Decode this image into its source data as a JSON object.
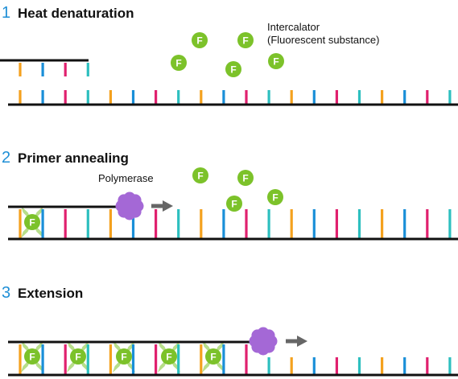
{
  "steps": [
    {
      "number": "1",
      "title": "Heat denaturation"
    },
    {
      "number": "2",
      "title": "Primer annealing"
    },
    {
      "number": "3",
      "title": "Extension"
    }
  ],
  "labels": {
    "intercalator_line1": "Intercalator",
    "intercalator_line2": "(Fluorescent substance)",
    "polymerase": "Polymerase",
    "fluorescent_marker": "F"
  },
  "colors": {
    "base_orange": "#f4a11e",
    "base_blue": "#1a8fd8",
    "base_teal": "#2dbfbf",
    "base_magenta": "#e0206e",
    "fluor_green": "#7cc22a",
    "polymerase_purple": "#a468d6",
    "arrow_gray": "#666666",
    "strand_black": "#111111",
    "step_number_blue": "#1f8fd6"
  }
}
